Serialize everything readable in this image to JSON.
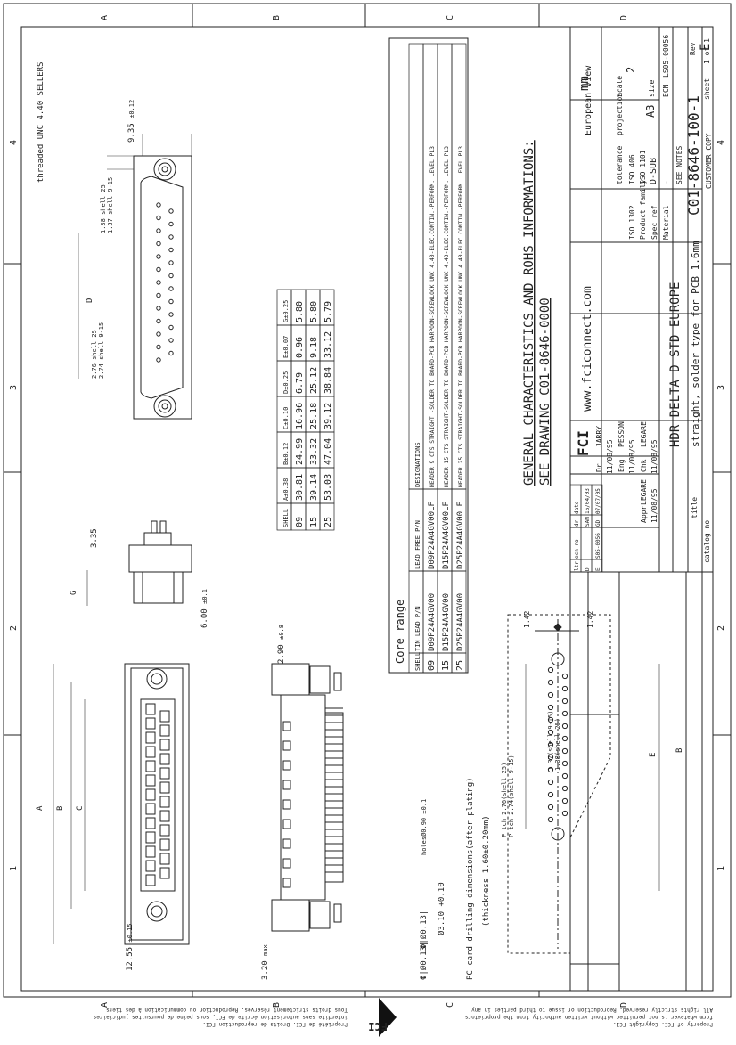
{
  "border": {
    "zones_top": [
      "A",
      "B",
      "C",
      "D"
    ],
    "zones_side": [
      "4",
      "3",
      "2",
      "1"
    ]
  },
  "drawing": {
    "thread_note": "threaded UNC 4.40 SELLERS",
    "dim_top": "9.35",
    "dim_top_tol": "±0.12",
    "dim_D": "D",
    "pitch_note_1": "1.38 shell 25",
    "pitch_note_2": "1.37 shell 9-15",
    "pitch_note_3": "2.76 shell 25",
    "pitch_note_4": "2.74 shell 9-15",
    "dim_335": "3.35",
    "dim_G": "G",
    "dim_600": "6.00",
    "dim_600_tol": "±0.1",
    "dim_290": "2.90",
    "dim_290_tol": "±0.8",
    "dim_A": "A",
    "dim_B": "B",
    "dim_C": "C",
    "dim_1265": "12.55",
    "dim_1265_tol": "±0.15",
    "dim_320": "3.20",
    "dim_320_tol": "max",
    "pcb_title": "PC card drilling dimensions(after plating)",
    "pcb_thickness": "(thickness 1.60±0.20mm)",
    "pcb_hole_1": "Φ|Ø0.13|",
    "pcb_hole_2": "Ø3.10",
    "pcb_hole_2_tol": "+0.10",
    "pcb_hole_3": "Φ|Ø0.13|",
    "pcb_holes_note": "holesØ0.90 ±0.1",
    "pcb_pitch_1": "P tch 2.76(shell 25)",
    "pcb_pitch_2": "P tch 2.74(shell 9-15)",
    "pcb_pitch_3": "1.37(shell 9-15)",
    "pcb_pitch_4": "1.38(shell 25)",
    "pcb_dim_E": "E",
    "pcb_dim_B": "B",
    "pcb_142a": "1.42",
    "pcb_142b": "1.42"
  },
  "dim_table": {
    "headers": [
      "SHELL",
      "A±0.38",
      "B±0.12",
      "C±0.10",
      "D±0.25",
      "E±0.07",
      "G±0.25"
    ],
    "rows": [
      [
        "09",
        "30.81",
        "24.99",
        "16.96",
        "6.79",
        "0.96",
        "5.80"
      ],
      [
        "15",
        "39.14",
        "33.32",
        "25.18",
        "25.12",
        "9.18",
        "5.80"
      ],
      [
        "25",
        "53.03",
        "47.04",
        "39.12",
        "38.84",
        "33.12",
        "5.79"
      ]
    ]
  },
  "core_range": {
    "title": "Core range",
    "headers": [
      "SHELL",
      "TIN LEAD P/N",
      "LEAD FREE P/N",
      "DESIGNATIONS"
    ],
    "rows": [
      [
        "09",
        "D09P24A4GV00",
        "D09P24A4GV00LF",
        "HEADER 9 CTS STRAIGHT -SOLDER TO BOARD-PCB HARPOON-SCREWLOCK UNC 4.40-ELEC.CONTIN.-PERFORM. LEVEL PL3"
      ],
      [
        "15",
        "D15P24A4GV00",
        "D15P24A4GV00LF",
        "HEADER 15 CTS STRAIGHT-SOLDER TO BOARD-PCB HARPOON-SCREWLOCK UNC 4.40-ELEC.CONTIN.-PERFORM. LEVEL PL3"
      ],
      [
        "25",
        "D25P24A4GV00",
        "D25P24A4GV00LF",
        "HEADER 25 CTS STRAIGHT-SOLDER TO BOARD-PCB HARPOON-SCREWLOCK UNC 4.40-ELEC.CONTIN.-PERFORM. LEVEL PL3"
      ]
    ]
  },
  "general_info": {
    "line1": "GENERAL CHARACTERISTICS AND ROHS INFORMATIONS:",
    "line2": "SEE DRAWING C01-8646-0000"
  },
  "title_block": {
    "european_view": "European view",
    "units": "mm",
    "projection_label": "projection",
    "scale_label": "Scale",
    "scale_value": "2",
    "size_label": "size",
    "size_value": "A3",
    "ecn_label": "ECN",
    "ecn_value": "LS05-00056",
    "tolerance_label": "tolerance",
    "iso1": "ISO 406",
    "iso2": "ISO 1101",
    "iso3": "ISO 1302",
    "product_family_label": "Product family",
    "product_family_value": "D-SUB",
    "spec_ref_label": "Spec ref",
    "spec_ref_value": "-",
    "material_label": "Material",
    "material_value": "SEE NOTES",
    "website": "www.fciconnect.com",
    "brand": "FCI",
    "rev_label": "Rev",
    "rev_value": "E",
    "drawing_number": "C01-8646-100-1",
    "sheet_label": "sheet",
    "sheet_value": "1 of 1",
    "customer_copy": "CUSTOMER COPY",
    "title_line1": "HDR DELTA D STD EUROPE",
    "title_line2": "straight, solder type for PCB 1.6mm",
    "catalog_label": "catalog no",
    "dr_label": "Dr",
    "dr_name": "JARRY",
    "dr_date": "11/08/95",
    "eng_label": "Eng",
    "eng_name": "PESSON",
    "eng_date": "11/08/95",
    "chk_label": "Chk",
    "chk_name": "LEGARE",
    "chk_date": "11/08/95",
    "appr_label": "Appr",
    "appr_name": "LEGARE",
    "appr_date": "11/08/95",
    "title_label": "title",
    "rev_headers": [
      "ltr",
      "ecn no",
      "dr",
      "date"
    ],
    "rev_rows": [
      [
        "D",
        "",
        "SAN",
        "16/04/03"
      ],
      [
        "E",
        "S05-0056",
        "GD",
        "07/07/05"
      ]
    ]
  },
  "bottom_notes": {
    "fr1": "Tous droits strictement réservés. Reproduction ou communication à des tiers",
    "fr2": "interdite sans autorisation écrite de FCI, sous peine de poursuites judiciaires.",
    "fr3": "Propriété de FCI. Droits de reproduction FCI.",
    "en1": "All rights strictly reserved. Reproduction or issue to third parties in any",
    "en2": "form whatever is not permitted without written authority from the proprietors.",
    "en3": "Property of FCI. Copyright FCI."
  }
}
